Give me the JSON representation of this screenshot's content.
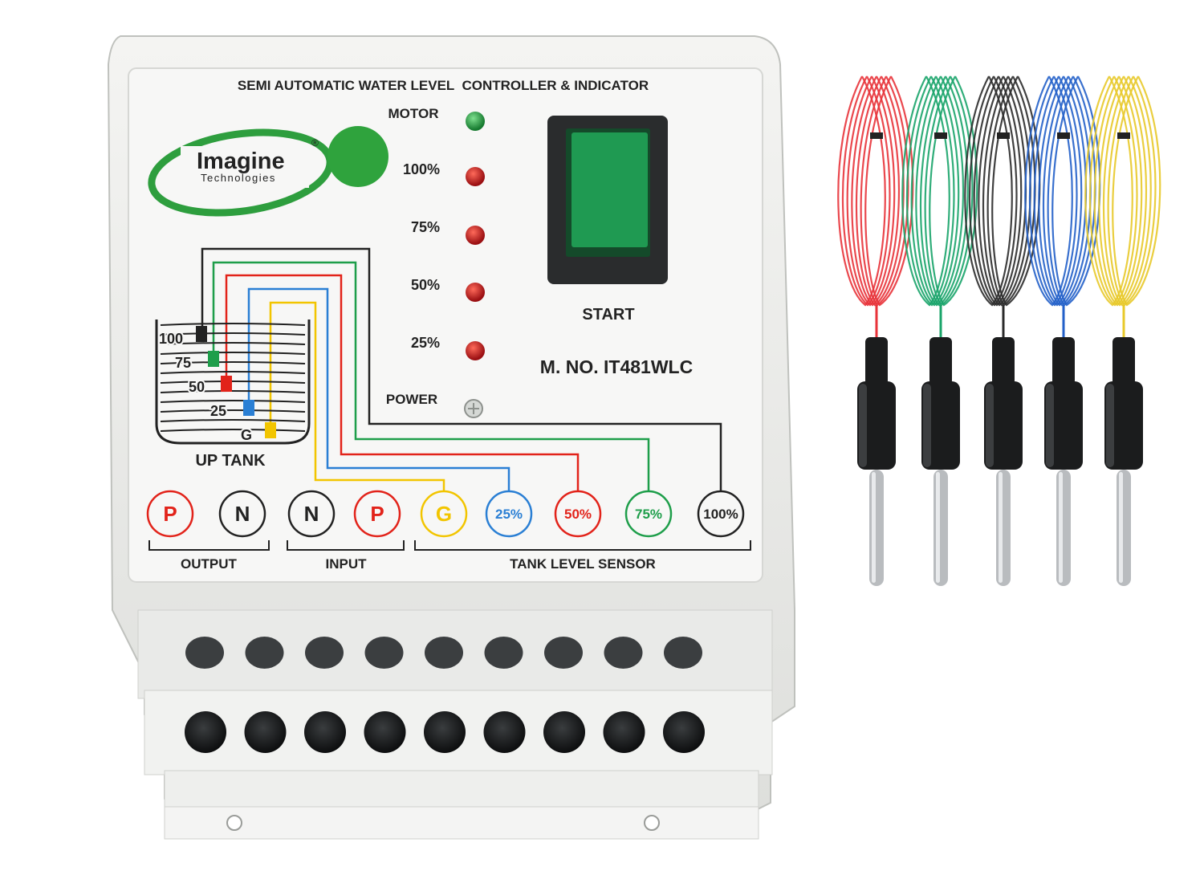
{
  "panel": {
    "title": "SEMI AUTOMATIC WATER LEVEL  CONTROLLER & INDICATOR",
    "brand": {
      "name": "Imagine",
      "registered": "®",
      "tagline": "Technologies"
    },
    "indicators": [
      {
        "label": "MOTOR",
        "color": "#2fa84f"
      },
      {
        "label": "100%",
        "color": "#c4161c"
      },
      {
        "label": "75%",
        "color": "#c4161c"
      },
      {
        "label": "50%",
        "color": "#c4161c"
      },
      {
        "label": "25%",
        "color": "#c4161c"
      },
      {
        "label": "POWER",
        "color": "#cfd3d0"
      }
    ],
    "switch": {
      "label": "START",
      "color": "#1f9a52"
    },
    "model": "M. NO. IT481WLC",
    "tank": {
      "title": "UP TANK",
      "levels": [
        "100",
        "75",
        "50",
        "25",
        "G"
      ]
    },
    "terminals": [
      {
        "label": "P",
        "color": "#e2231a"
      },
      {
        "label": "N",
        "color": "#222222"
      },
      {
        "label": "N",
        "color": "#222222"
      },
      {
        "label": "P",
        "color": "#e2231a"
      },
      {
        "label": "G",
        "color": "#f2c500"
      },
      {
        "label": "25%",
        "color": "#2a7fd4"
      },
      {
        "label": "50%",
        "color": "#e2231a"
      },
      {
        "label": "75%",
        "color": "#1e9e4a"
      },
      {
        "label": "100%",
        "color": "#222222"
      }
    ],
    "groups": [
      "OUTPUT",
      "INPUT",
      "TANK LEVEL SENSOR"
    ]
  },
  "probes": [
    {
      "wire": "red",
      "color": "#e8333a"
    },
    {
      "wire": "green",
      "color": "#19a46a"
    },
    {
      "wire": "black",
      "color": "#2b2b2b"
    },
    {
      "wire": "blue",
      "color": "#2360c9"
    },
    {
      "wire": "yellow",
      "color": "#e8c92a"
    }
  ]
}
